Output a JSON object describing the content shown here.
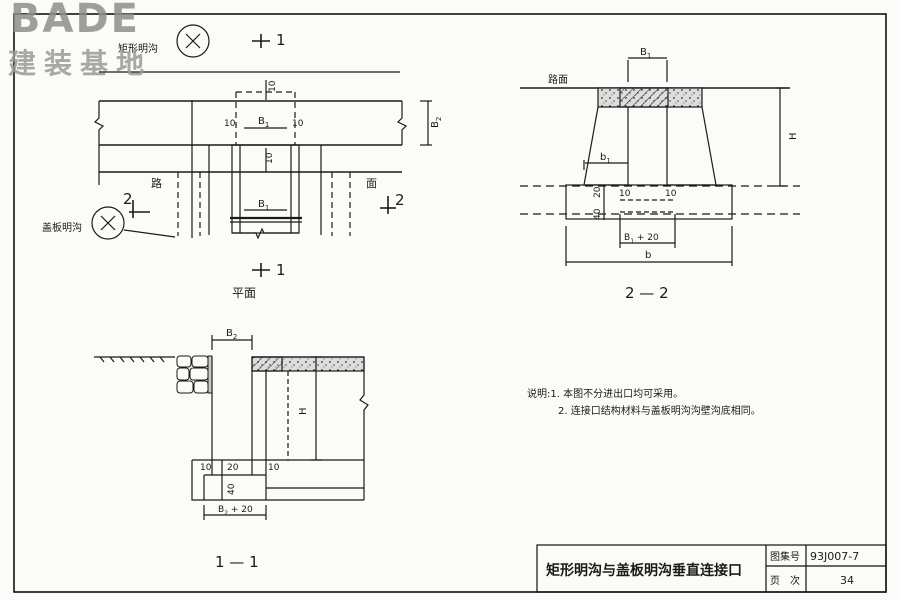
{
  "watermark": {
    "brand": "BADE",
    "chinese": "建装基地"
  },
  "plan": {
    "title": "平面",
    "section_1_top": "1",
    "section_1_bottom": "1",
    "section_2_left": "2",
    "section_2_right": "2",
    "label_rect_ditch": "矩形明沟",
    "label_cover_ditch": "盖板明沟",
    "label_road": "路",
    "label_surface": "面",
    "dim_10_top": "10",
    "dim_10_left": "10",
    "dim_10_right": "10",
    "dim_10_mid": "10",
    "dim_b1_a": "B",
    "dim_b1_b": "B",
    "dim_b2": "B",
    "sub_1": "1",
    "sub_2": "2"
  },
  "section22": {
    "title": "2 — 2",
    "label_road_surface": "路面",
    "dim_b1": "B",
    "dim_h": "H",
    "dim_b1_small": "b",
    "dim_20": "20",
    "dim_40": "40",
    "dim_10a": "10",
    "dim_10b": "10",
    "dim_b1_20": "B",
    "dim_b1_20_suffix": " + 20",
    "dim_b": "b",
    "sub_1": "1"
  },
  "section11": {
    "title": "1 — 1",
    "dim_b2": "B",
    "dim_h": "H",
    "dim_10a": "10",
    "dim_20": "20",
    "dim_10b": "10",
    "dim_40": "40",
    "dim_b2_20": "B",
    "dim_b2_20_suffix": " + 20",
    "sub_2": "2"
  },
  "notes": {
    "line1": "说明:1. 本图不分进出口均可采用。",
    "line2": "2. 连接口结构材料与盖板明沟沟壁沟底相同。"
  },
  "title_block": {
    "drawing_title": "矩形明沟与盖板明沟垂直连接口",
    "atlas_label": "图集号",
    "atlas_value": "93J007-7",
    "page_label": "页　次",
    "page_value": "34"
  }
}
